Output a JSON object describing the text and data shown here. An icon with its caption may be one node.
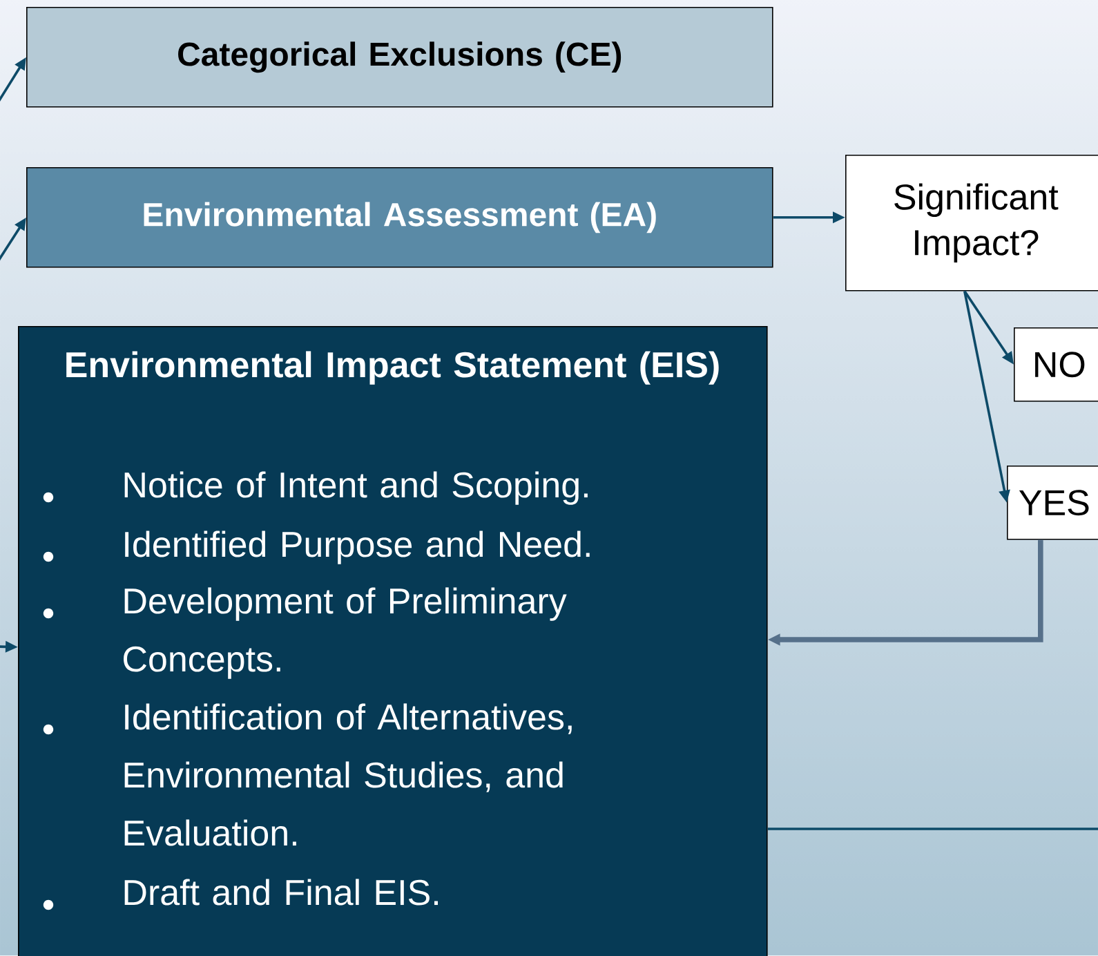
{
  "diagram": {
    "nodes": [
      {
        "text": [
          "Categorical Exclusions (CE)"
        ]
      },
      {
        "text": [
          "Environmental Assessment (EA)"
        ]
      },
      {
        "text": [
          "Environmental Impact Statement (EIS)",
          "Notice of Intent and Scoping.",
          "Identified Purpose and Need.",
          "Development of Preliminary Concepts.",
          "Identification of Alternatives, Environmental Studies, and Evaluation.",
          "Draft and Final EIS."
        ]
      },
      {
        "text": [
          "Significant Impact?"
        ]
      },
      {
        "text": [
          "NO"
        ]
      },
      {
        "text": [
          "YES"
        ]
      }
    ],
    "edges": [
      {
        "from": null,
        "to": 0,
        "arrow": "to"
      },
      {
        "from": null,
        "to": 1,
        "arrow": "to"
      },
      {
        "from": null,
        "to": 2,
        "arrow": "to"
      },
      {
        "from": 1,
        "to": 3,
        "arrow": "to"
      },
      {
        "from": 3,
        "to": 4,
        "arrow": "to"
      },
      {
        "from": 3,
        "to": 5,
        "arrow": "to"
      },
      {
        "from": 5,
        "to": 2,
        "arrow": "to",
        "style": "thick",
        "color": "#56708a"
      },
      {
        "from": 2,
        "to": null,
        "arrow": "none"
      }
    ]
  }
}
